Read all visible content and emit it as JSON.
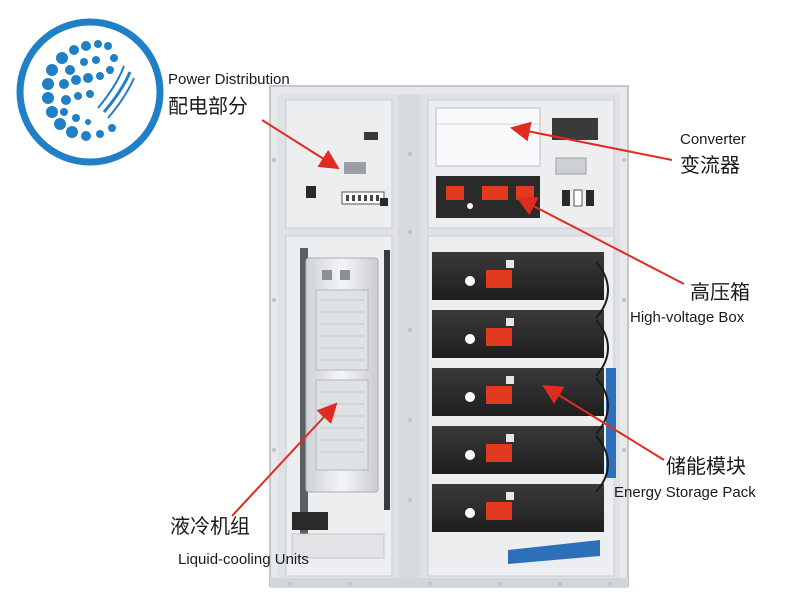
{
  "labels": {
    "power_distribution": {
      "en": "Power Distribution",
      "zh": "配电部分"
    },
    "converter": {
      "en": "Converter",
      "zh": "变流器"
    },
    "high_voltage_box": {
      "en": "High-voltage Box",
      "zh": "高压箱"
    },
    "energy_storage_pack": {
      "en": "Energy Storage Pack",
      "zh": "储能模块"
    },
    "liquid_cooling_units": {
      "en": "Liquid-cooling Units",
      "zh": "液冷机组"
    }
  },
  "colors": {
    "logo_blue": "#1f7fc7",
    "arrow_red": "#e02b20",
    "cabinet_frame": "#d9dcdf",
    "cabinet_panel": "#eceef0",
    "battery_body": "#2a2a2a",
    "battery_connector": "#e23a1f",
    "side_accent_blue": "#2d6fb8"
  },
  "battery_modules": 5
}
